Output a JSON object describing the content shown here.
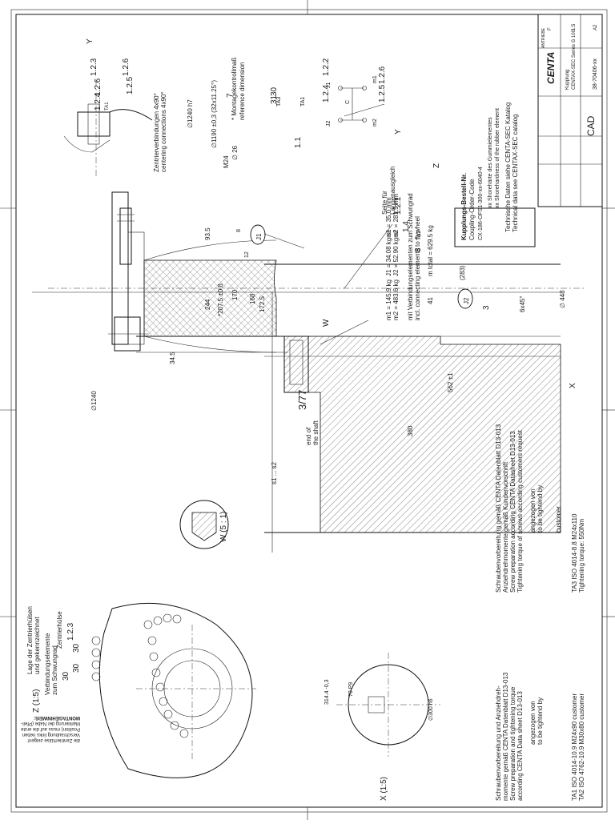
{
  "page": {
    "number": "3/77"
  },
  "views": {
    "main": {
      "dims": [
        "244",
        "*207.5 ±0,8",
        "170",
        "93.5",
        "12",
        "8",
        "168",
        "172.5",
        "34.5",
        "380",
        "562 ±1",
        "(283)",
        "41",
        "6x45°"
      ],
      "diameters": [
        "∅1240",
        "∅1240 h7",
        "∅ 26",
        "∅1190 ±0,3 (32x11.25°)",
        "∅ 448"
      ],
      "thread": "M24",
      "note_montage": "* Montagekontrollmaß",
      "note_reference": "reference dimension",
      "note_seite": "Seite für",
      "note_laengen": "Längenausgleich",
      "end_shaft_1": "end of",
      "end_shaft_2": "the shaft",
      "s_label": "s1 ... s2",
      "balloons": [
        "J1",
        "J2"
      ],
      "pos_labels": [
        "1.2.2",
        "1.2.4",
        "TA1",
        "1.1",
        "7",
        "31",
        "30",
        "TA3",
        "1.2.6",
        "1.2.5",
        "1.2.1",
        "1.4",
        "8",
        "TA2",
        "3",
        "Y",
        "W",
        "Z",
        "X"
      ]
    },
    "Y": {
      "title": "Y",
      "labels": [
        "1.2.3",
        "1.2.6",
        "1.2.4",
        "TA1",
        "1.2.6",
        "1.2.5"
      ],
      "note_1": "Zentrierverbindungen 4x90°",
      "note_2": "centering connections 4x90°"
    },
    "W": {
      "title": "W (5 : 1)"
    },
    "X": {
      "title": "X (1:5)",
      "dims": [
        "314.4 -0,3",
        "70 P9",
        "∅300 h6"
      ]
    },
    "Z": {
      "title": "Z (1:5)",
      "note_lage_1": "Lage der Zentrierhülsen",
      "note_lage_2": "und gekennzeichnet",
      "note_zentr": "Zentrierhülse",
      "label_123": "1.2.3",
      "note_verb_1": "Verbindungselemente",
      "note_verb_2": "zum Schwungrad",
      "nums": [
        "30",
        "30",
        "30"
      ],
      "montage_title": "MONTAGEHINWEIS:",
      "montage_1": "Markierung der Nabe (Pfeil-",
      "montage_2": "Position) muss auf die erste",
      "montage_3": "Verschraubung links neben",
      "montage_4": "die Zentrierhülse zeigen!"
    }
  },
  "tech": {
    "m1": "m1 = 145.9 kg",
    "m2": "m2 = 483.6 kg",
    "J1": "J1 = 34.08 kgm²",
    "J2": "J2 = 52.90 kgm²",
    "s1": "s1 = 35.0 mm",
    "s2": "s2 = 281.5 mm",
    "with_1": "mit Verbindungselementen zum Schwungrad",
    "with_2": "incl. connecting elements to flywheel",
    "mtotal": "m total = 629.5 kg",
    "order_title": "Kupplungs-Bestell-Nr.",
    "order_sub": "Coupling-Order-Code",
    "order_code": "CX-186-OFS1-300-xx-6040-4",
    "shore_1": "xx Shorehärte des Gummielementes",
    "shore_2": "xx Shorehardness of the rubber element",
    "catalog_1": "Technische Daten siehe CENTA-SEC Katalog",
    "catalog_2": "Technical data see CENTAX-SEC catalog",
    "schema": {
      "J1": "J1",
      "J2": "J2",
      "m1": "m1",
      "m2": "m2",
      "C": "C"
    }
  },
  "screws": {
    "de_1": "Schraubenvorbereitung und Anziehdreh-",
    "de_2": "momente gemäß CENTA Datenblatt D13-013",
    "en_1": "Screw preparation and tightening torque",
    "en_2": "according CENTA Data sheet D13-013",
    "tightened_1": "angezogen von",
    "tightened_2": "to be tightend by",
    "ta1": "TA1   ISO 4014-10.9 M24x90     customer",
    "ta2": "TA2   ISO 4762-10.9 M30x80     customer",
    "r_de_1": "Schraubenvorbereitung gemäß CENTA Datenblatt D13-013",
    "r_de_2": "Anziehdrehmomente gemäß Kundenvorschrift",
    "r_en_1": "Screw preparation according CENTA Datasheet D13-013",
    "r_en_2": "Tightening torque of screws according customers request",
    "r_tight_1": "angezogen von",
    "r_tight_2": "to be tightend by",
    "r_customer": "customer",
    "ta3_1": "TA3    ISO 4014-8.8 M24x110",
    "ta3_2": "Tightening torque: 550Nm"
  },
  "titleblock": {
    "company": "CENTA",
    "tagline": "ANTRIEBE",
    "cad": "CAD",
    "sheet": "F",
    "name_1": "CENTAX-SEC Series G 100",
    "name_2": "Kupplung",
    "drawing_no": "38-70406-xx",
    "scale": "1:5",
    "size": "A2"
  }
}
